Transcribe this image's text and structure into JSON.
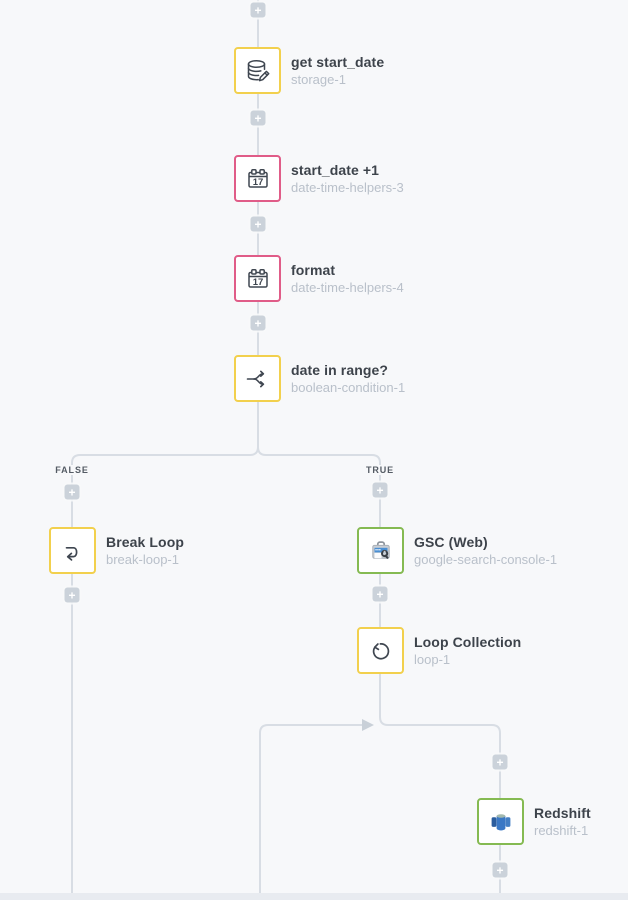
{
  "colors": {
    "background": "#f7f8fa",
    "line": "#d8dde4",
    "arrowhead": "#c9d0d8",
    "plus_background": "#cbd2da",
    "title_text": "#3d434b",
    "subtitle_text": "#b9c0ca",
    "accent_yellow": "#f2d04d",
    "accent_pink": "#e05c88",
    "accent_green": "#85ba52",
    "bottom_strip": "#e8ebf0"
  },
  "plus_label": "+",
  "calendar_day": "17",
  "branch_labels": {
    "false_label": "FALSE",
    "true_label": "TRUE"
  },
  "nodes": [
    {
      "title": "get start_date",
      "subtitle": "storage-1",
      "icon": "database-edit-icon",
      "accent": "#f2d04d"
    },
    {
      "title": "start_date +1",
      "subtitle": "date-time-helpers-3",
      "icon": "calendar-icon",
      "accent": "#e05c88"
    },
    {
      "title": "format",
      "subtitle": "date-time-helpers-4",
      "icon": "calendar-icon",
      "accent": "#e05c88"
    },
    {
      "title": "date in range?",
      "subtitle": "boolean-condition-1",
      "icon": "branch-split-icon",
      "accent": "#f2d04d"
    },
    {
      "title": "Break Loop",
      "subtitle": "break-loop-1",
      "icon": "return-arrow-icon",
      "accent": "#f2d04d"
    },
    {
      "title": "GSC (Web)",
      "subtitle": "google-search-console-1",
      "icon": "google-search-console-icon",
      "accent": "#85ba52"
    },
    {
      "title": "Loop Collection",
      "subtitle": "loop-1",
      "icon": "loop-arrow-icon",
      "accent": "#f2d04d"
    },
    {
      "title": "Redshift",
      "subtitle": "redshift-1",
      "icon": "redshift-icon",
      "accent": "#85ba52"
    }
  ]
}
